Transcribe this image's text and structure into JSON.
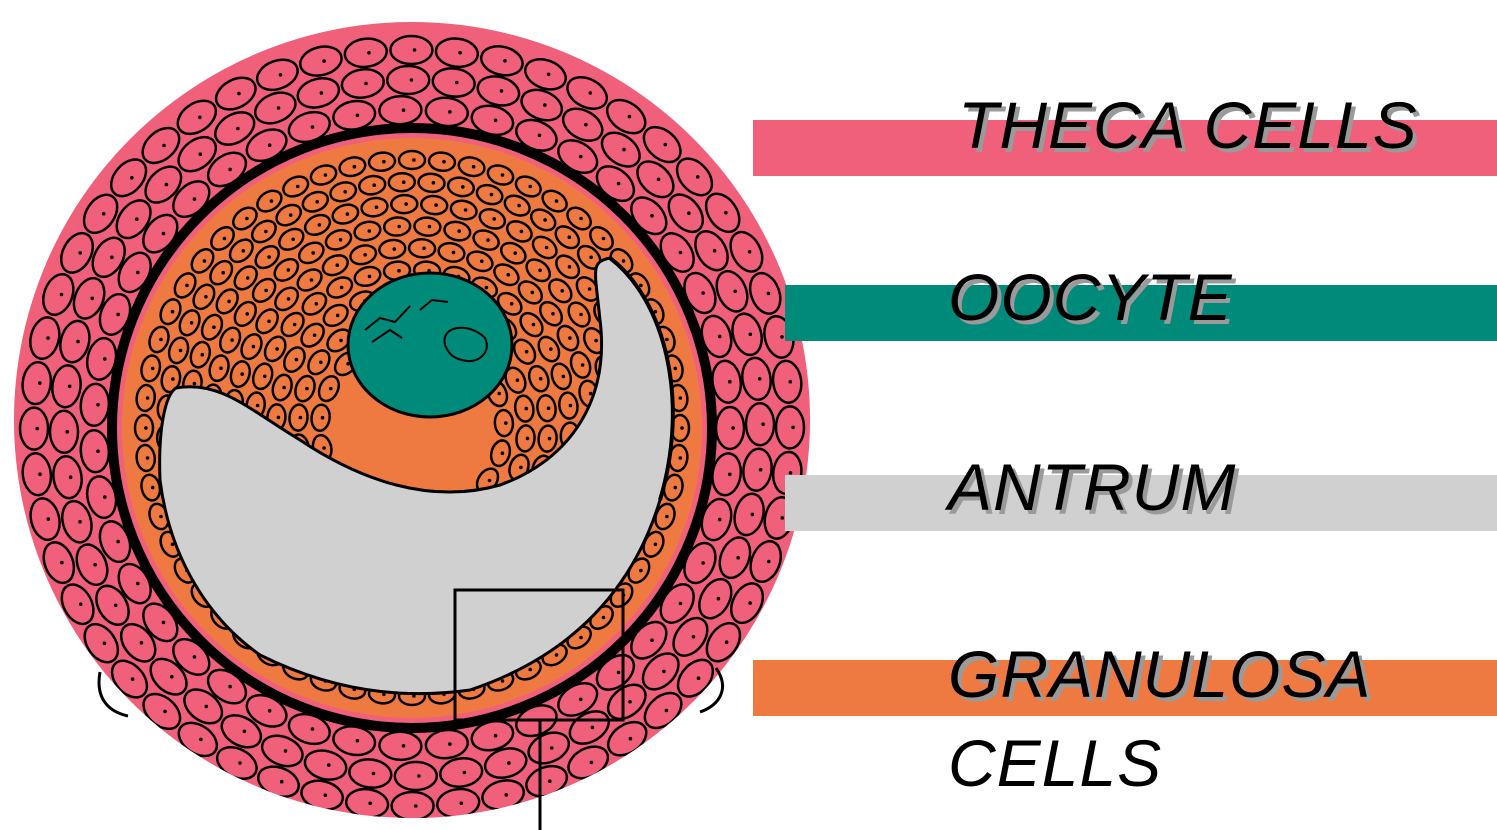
{
  "legend": {
    "theca": {
      "label": "THECA CELLS",
      "color": "#f0607a"
    },
    "oocyte": {
      "label": "OOCYTE",
      "color": "#008a7a"
    },
    "antrum": {
      "label": "ANTRUM",
      "color": "#d0d0d0"
    },
    "granulosa": {
      "line1": "GRANULOSA",
      "line2": "CELLS",
      "color": "#ef7a41"
    }
  },
  "colors": {
    "background": "#ffffff",
    "outline": "#000000"
  },
  "icons": [
    "ovarian-follicle-illustration"
  ]
}
